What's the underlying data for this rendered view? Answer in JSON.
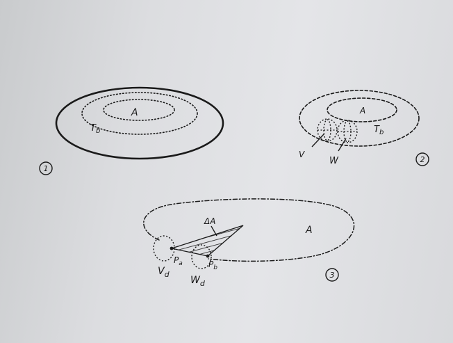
{
  "figures": [
    {
      "number": "1",
      "labels": {
        "region": "A",
        "torus": "T",
        "torus_sub": "b"
      }
    },
    {
      "number": "2",
      "labels": {
        "region": "A",
        "torus": "T",
        "torus_sub": "b",
        "solid_v": "V",
        "solid_w": "W"
      }
    },
    {
      "number": "3",
      "labels": {
        "region": "A",
        "delta_region": "ΔA",
        "disk_v": "V",
        "disk_v_sub": "d",
        "disk_w": "W",
        "disk_w_sub": "d",
        "point_a": "P",
        "point_a_sub": "a",
        "point_b": "P",
        "point_b_sub": "b"
      }
    }
  ],
  "colors": {
    "paper": "#e0e1e4",
    "ink": "#1a1a1a"
  }
}
